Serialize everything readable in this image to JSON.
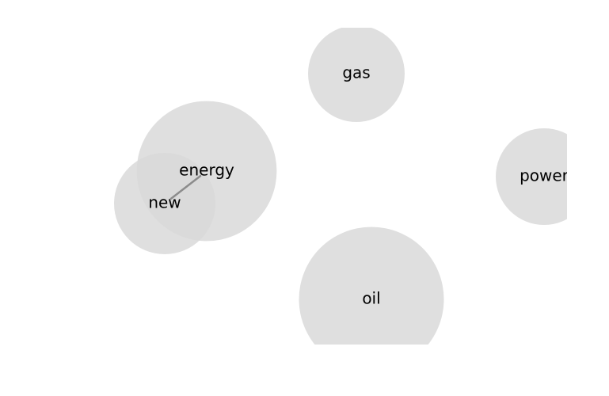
{
  "diagram": {
    "nodes": [
      {
        "id": "gas",
        "label": "gas",
        "weight": 1.0
      },
      {
        "id": "power",
        "label": "power",
        "weight": 1.0
      },
      {
        "id": "energy",
        "label": "energy",
        "weight": 2.1
      },
      {
        "id": "new",
        "label": "new",
        "weight": 1.1
      },
      {
        "id": "oil",
        "label": "oil",
        "weight": 2.25
      }
    ],
    "edges": [
      {
        "from": "energy",
        "to": "new"
      }
    ],
    "colors": {
      "node_fill": "#d9d9d9",
      "edge": "#8c8c8c",
      "label": "#000000"
    }
  }
}
